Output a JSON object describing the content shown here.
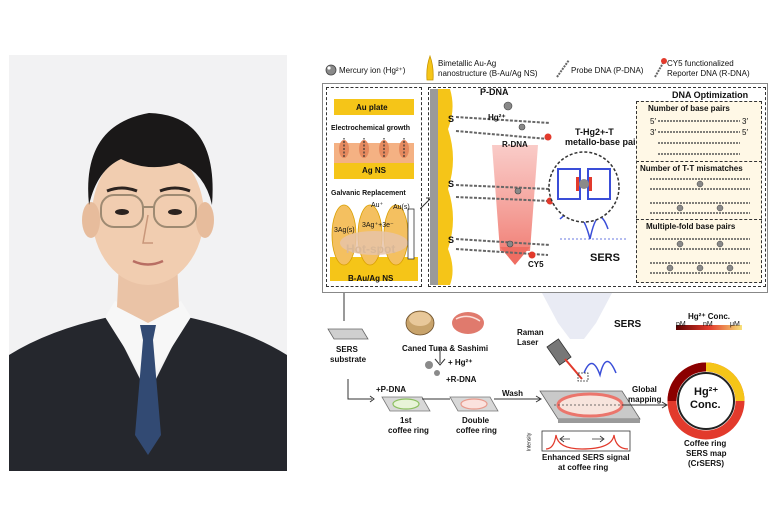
{
  "legend": {
    "mercury": "Mercury ion (Hg²⁺)",
    "bimetallic_1": "Bimetallic Au-Ag",
    "bimetallic_2": "nanostructure (B-Au/Ag NS)",
    "probe": "Probe DNA (P-DNA)",
    "reporter_1": "CY5 functionalized",
    "reporter_2": "Reporter DNA (R-DNA)"
  },
  "fabrication": {
    "au_plate": "Au plate",
    "electro": "Electrochemical growth",
    "ag_ns": "Ag NS",
    "galvanic": "Galvanic Replacement",
    "au_plus": "Au⁺",
    "au_s": "Au(s)",
    "ag3": "3Ag(s)",
    "ag3e": "3Ag⁺+3e⁻",
    "hotspot": "Hot-spot",
    "bauag": "B-Au/Ag NS"
  },
  "mechanism": {
    "pdna": "P-DNA",
    "hg": "Hg²⁺",
    "rdna": "R-DNA",
    "pair_1": "T-Hg2+-T",
    "pair_2": "metallo-base pair",
    "cy5": "CY5",
    "sers": "SERS",
    "s": "S"
  },
  "dna_opt": {
    "title": "DNA Optimization",
    "base_pairs": "Number of base pairs",
    "p5": "5′",
    "p3": "3′",
    "p3b": "3′",
    "p5b": "5′",
    "tt": "Number of T-T mismatches",
    "multi": "Multiple-fold base pairs"
  },
  "workflow": {
    "sers_substrate_1": "SERS",
    "sers_substrate_2": "substrate",
    "sample": "Caned Tuna & Sashimi",
    "hg_add": "+ Hg²⁺",
    "pdna_add": "+P-DNA",
    "rdna_add": "+R-DNA",
    "wash": "Wash",
    "first_1": "1st",
    "first_2": "coffee ring",
    "double_1": "Double",
    "double_2": "coffee ring",
    "raman_1": "Raman",
    "raman_2": "Laser",
    "sers": "SERS",
    "global_1": "Global",
    "global_2": "mapping",
    "intensity": "Intensity",
    "enhanced_1": "Enhanced SERS signal",
    "enhanced_2": "at coffee ring",
    "conc_title": "Hg²⁺ Conc.",
    "pm": "pM",
    "nm": "nM",
    "um": "μM",
    "center_1": "Hg²⁺",
    "center_2": "Conc.",
    "map_1": "Coffee ring",
    "map_2": "SERS map",
    "map_3": "(CrSERS)"
  },
  "colors": {
    "gold": "#f5c518",
    "ag": "#f4b183",
    "red": "#e23a2c",
    "blue": "#3a4ed8",
    "suit": "#25272d"
  }
}
